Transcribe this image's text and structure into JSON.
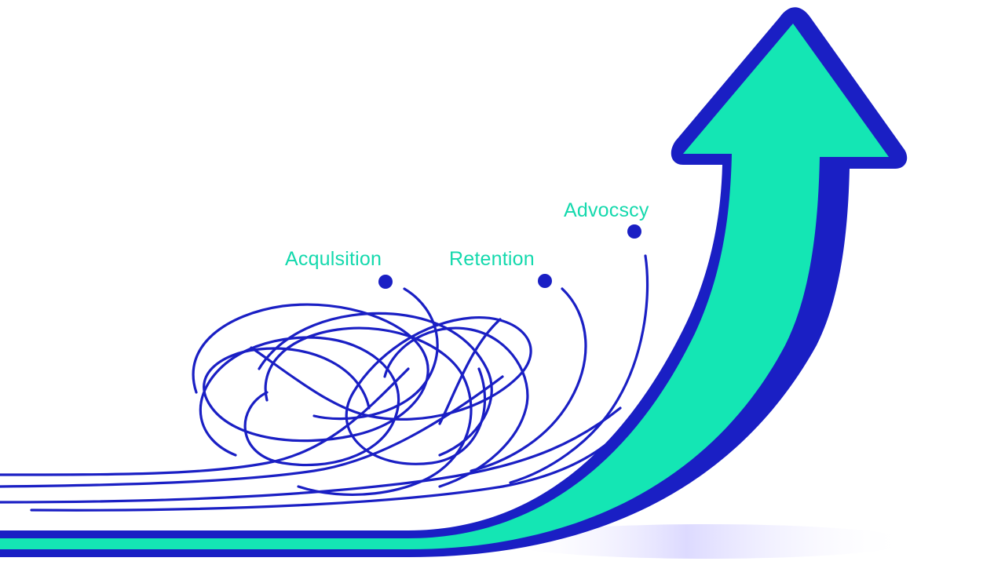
{
  "colors": {
    "background": "#ffffff",
    "arrow_fill": "#14e6b4",
    "arrow_outline": "#1a1fc4",
    "thread": "#1a1fc4",
    "marker": "#1a1fc4",
    "label": "#14d9ad",
    "shadow": "#d9d6ff"
  },
  "labels": {
    "acquisition": "Acqulsition",
    "retention": "Retention",
    "advocacy": "Advocscy"
  }
}
